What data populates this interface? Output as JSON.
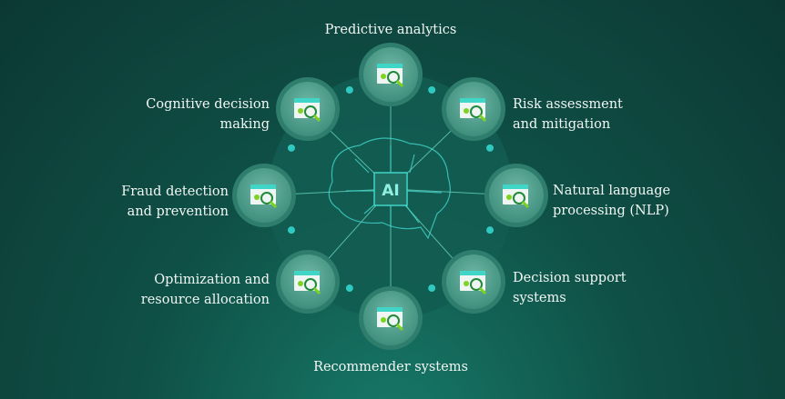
{
  "center": {
    "label": "AI"
  },
  "nodes": [
    {
      "id": "predictive",
      "lines": [
        "Predictive analytics"
      ],
      "icon": "bar-chart-eye-icon"
    },
    {
      "id": "risk",
      "lines": [
        "Risk assessment",
        "and mitigation"
      ],
      "icon": "bug-magnifier-icon"
    },
    {
      "id": "nlp",
      "lines": [
        "Natural language",
        "processing (NLP)"
      ],
      "icon": "speech-bubble-magnifier-icon"
    },
    {
      "id": "decision-support",
      "lines": [
        "Decision support",
        "systems"
      ],
      "icon": "shield-clock-icon"
    },
    {
      "id": "recommender",
      "lines": [
        "Recommender systems"
      ],
      "icon": "shirts-icon"
    },
    {
      "id": "optimization",
      "lines": [
        "Optimization and",
        "resource allocation"
      ],
      "icon": "route-pin-icon"
    },
    {
      "id": "fraud",
      "lines": [
        "Fraud detection",
        "and prevention"
      ],
      "icon": "card-warning-icon"
    },
    {
      "id": "cognitive",
      "lines": [
        "Cognitive decision",
        "making"
      ],
      "icon": "focus-shapes-icon"
    }
  ],
  "colors": {
    "accent": "#7ed321",
    "teal": "#3fd6c8",
    "circle": "#4c9e8c"
  }
}
